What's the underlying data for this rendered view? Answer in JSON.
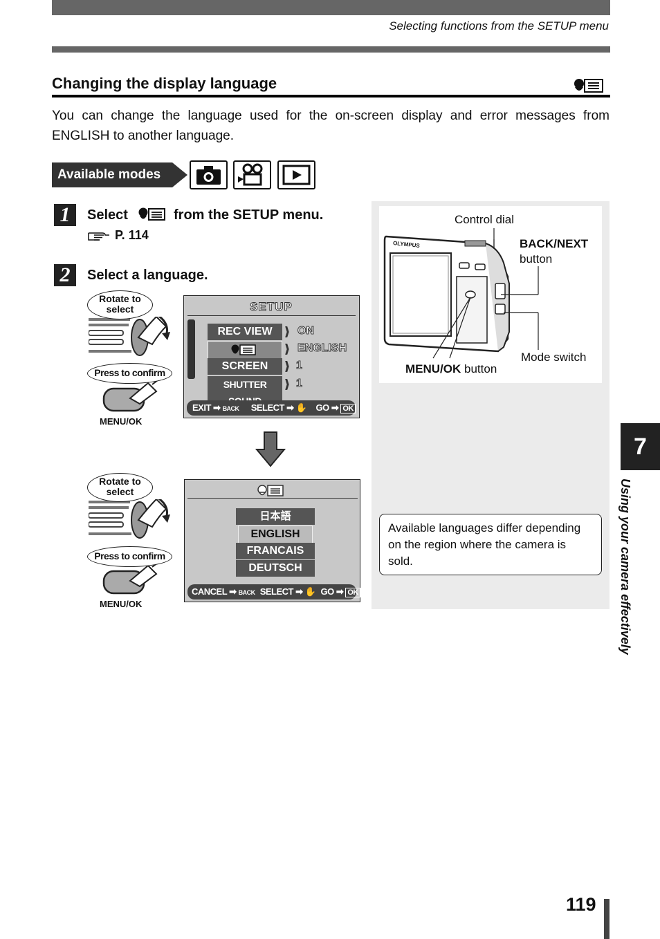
{
  "header": {
    "running_title": "Selecting functions from the SETUP menu"
  },
  "section": {
    "title": "Changing the display language",
    "intro": "You can change the language used for the on-screen display and error messages from ENGLISH to another language."
  },
  "modes": {
    "label": "Available modes",
    "icons": [
      "camera-icon",
      "movie-icon",
      "playback-icon"
    ]
  },
  "steps": [
    {
      "number": "1",
      "text_before": "Select",
      "text_after": "from the SETUP menu.",
      "ref": "P. 114"
    },
    {
      "number": "2",
      "text": "Select a language."
    }
  ],
  "dial_help": {
    "rotate": "Rotate to select",
    "press": "Press to confirm",
    "button": "MENU/OK"
  },
  "screen1": {
    "title": "SETUP",
    "items": [
      {
        "label": "REC VIEW",
        "value": "ON"
      },
      {
        "label": "",
        "value": "ENGLISH"
      },
      {
        "label": "SCREEN",
        "value": "1"
      },
      {
        "label": "SHUTTER SOUND",
        "value": "1"
      }
    ],
    "footer": {
      "exit": "EXIT",
      "back": "BACK",
      "select": "SELECT",
      "go": "GO",
      "ok": "OK"
    }
  },
  "screen2": {
    "languages": [
      "日本語",
      "ENGLISH",
      "FRANCAIS",
      "DEUTSCH"
    ],
    "selected": "ENGLISH",
    "footer": {
      "cancel": "CANCEL",
      "back": "BACK",
      "select": "SELECT",
      "go": "GO",
      "ok": "OK"
    }
  },
  "camera": {
    "brand": "OLYMPUS",
    "labels": {
      "control_dial": "Control dial",
      "back_next_bold": "BACK/NEXT",
      "back_next_rest": "button",
      "mode_switch": "Mode switch",
      "menu_ok_bold": "MENU/OK",
      "menu_ok_rest": "button"
    }
  },
  "note": "Available languages differ depending on the region where the camera is sold.",
  "chapter": {
    "number": "7",
    "title": "Using your camera effectively"
  },
  "page_number": "119"
}
